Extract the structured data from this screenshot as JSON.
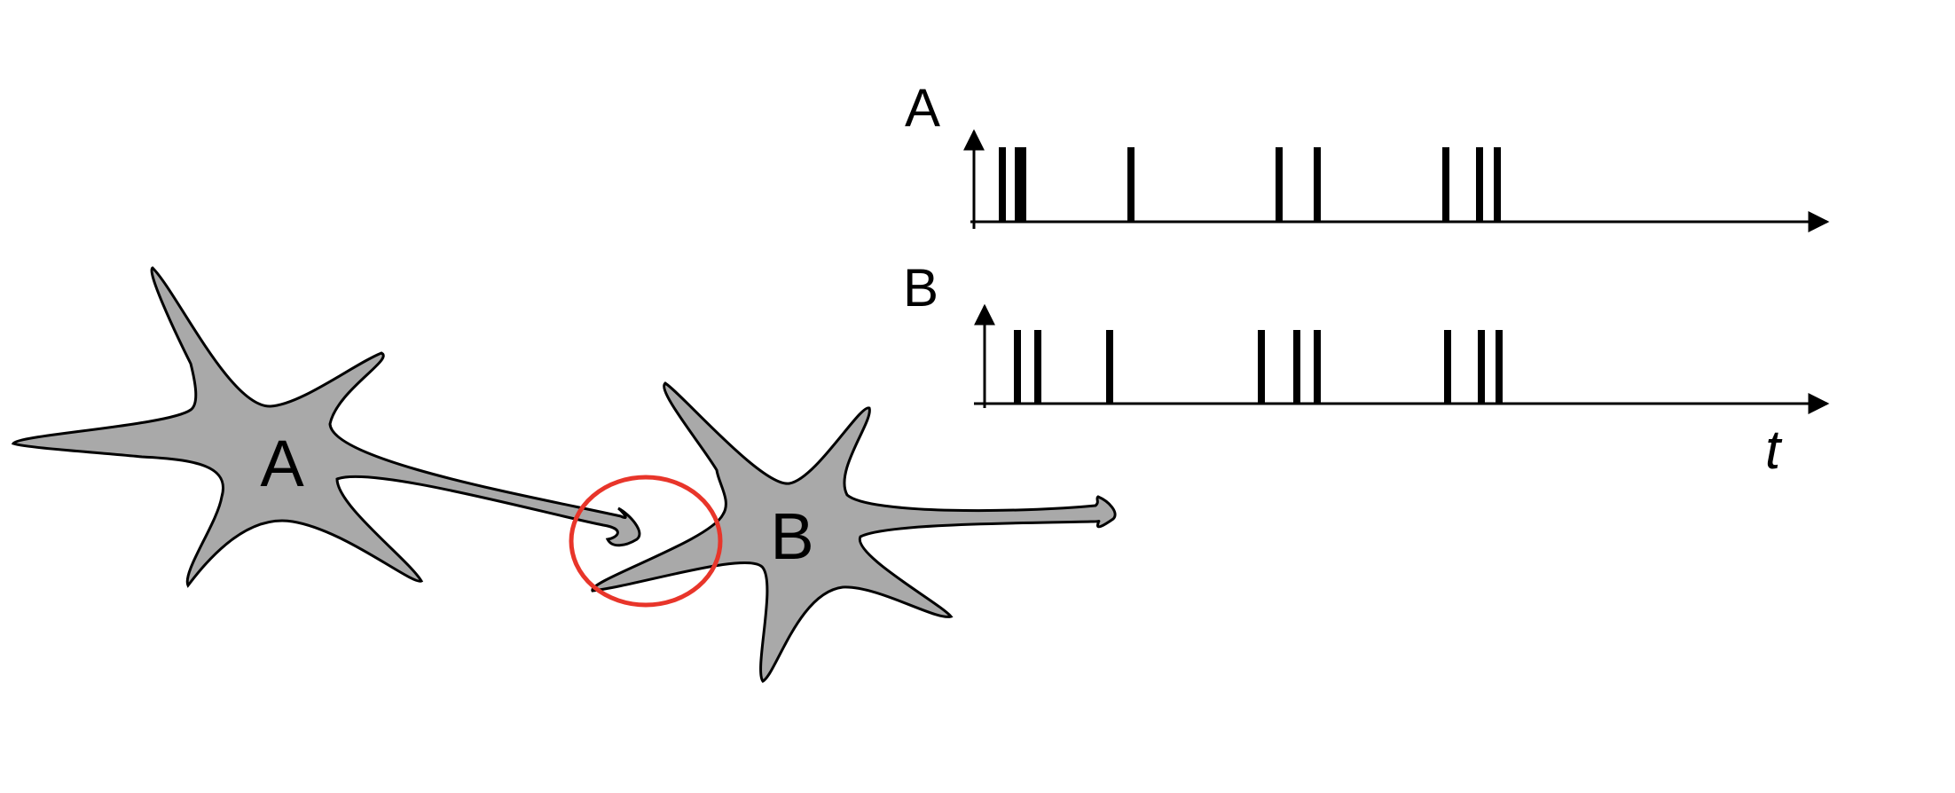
{
  "neurons": {
    "a_label": "A",
    "b_label": "B",
    "fill_color": "#a9a9a9",
    "outline_color": "#000000",
    "synapse_highlight_color": "#e8352a"
  },
  "spike_trains": {
    "row_a_label": "A",
    "row_b_label": "B",
    "time_axis_label": "t",
    "spike_color": "#000000"
  }
}
